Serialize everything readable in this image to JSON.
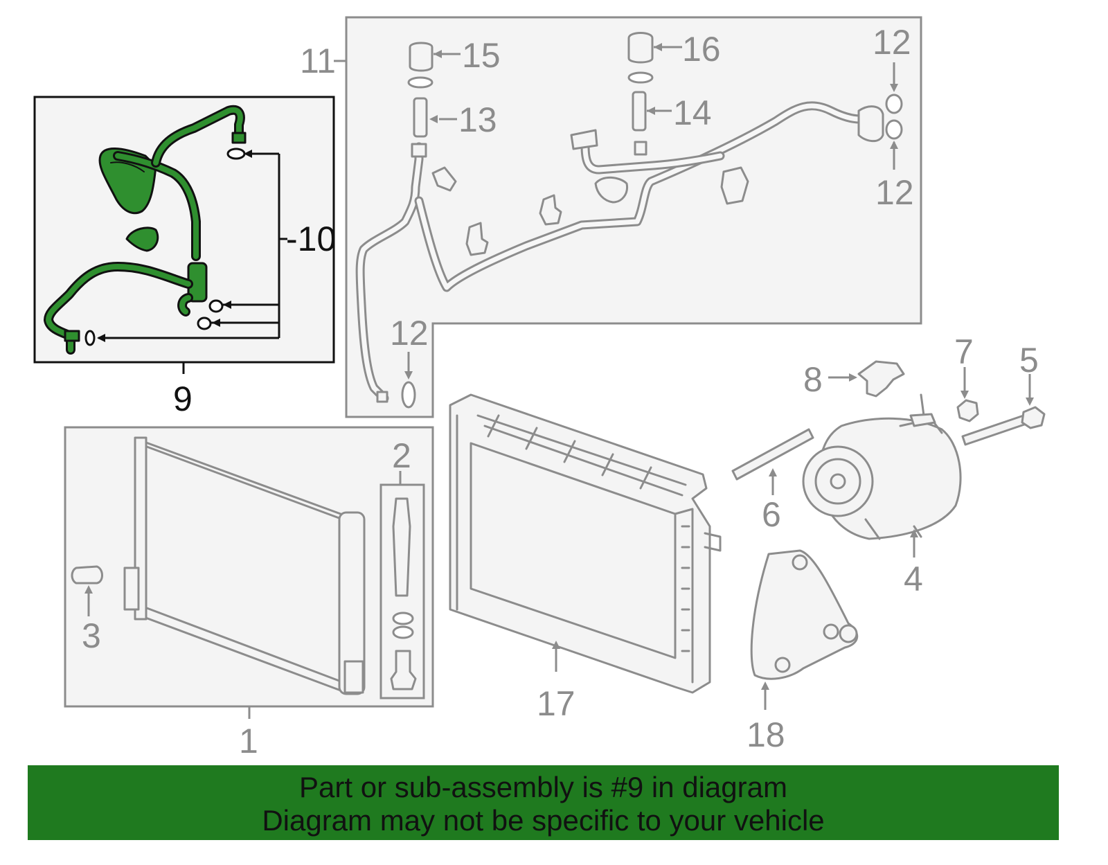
{
  "callouts": {
    "c1": "1",
    "c2": "2",
    "c3": "3",
    "c4": "4",
    "c5": "5",
    "c6": "6",
    "c7": "7",
    "c8": "8",
    "c9": "9",
    "c10": "-10",
    "c11": "11",
    "c12a": "12",
    "c12b": "12",
    "c12c": "12",
    "c13": "13",
    "c14": "14",
    "c15": "15",
    "c16": "16",
    "c17": "17",
    "c18": "18"
  },
  "highlight": {
    "part_number": "9",
    "color": "#2f8f2f"
  },
  "footer": {
    "line1": "Part or sub-assembly is #9 in diagram",
    "line2": "Diagram may not be specific to your vehicle",
    "background": "#1f7a1f"
  }
}
